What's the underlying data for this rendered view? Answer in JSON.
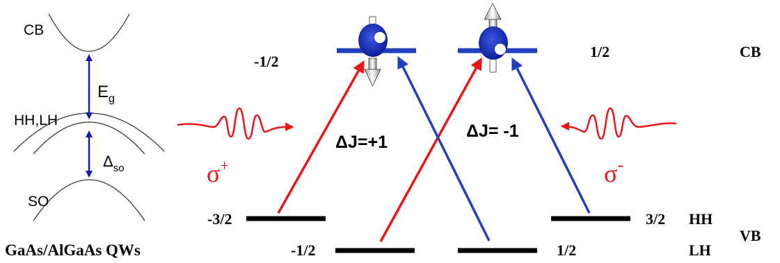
{
  "band_diagram": {
    "cb": "CB",
    "eg_main": "E",
    "eg_sub": "g",
    "hhlh": "HH,LH",
    "dso_main": "Δ",
    "dso_sub": "so",
    "so": "SO",
    "caption": "GaAs/AlGaAs QWs"
  },
  "levels": {
    "cb_left": "-1/2",
    "cb_right": "1/2",
    "cb_group": "CB",
    "hh_left": "-3/2",
    "hh_right": "3/2",
    "hh_name": "HH",
    "lh_left": "-1/2",
    "lh_right": "1/2",
    "lh_name": "LH",
    "vb_group": "VB"
  },
  "transitions": {
    "left": "ΔJ=+1",
    "right": "ΔJ= -1"
  },
  "polarization": {
    "left_symbol": "σ",
    "left_sign": "+",
    "right_symbol": "σ",
    "right_sign": "-"
  },
  "colors": {
    "red": "#e8161b",
    "blue": "#1f3fbf",
    "electron": "#1a2fc4",
    "bar": "#000000",
    "cb_bar": "#1f3fbf",
    "band_line": "#333333"
  }
}
